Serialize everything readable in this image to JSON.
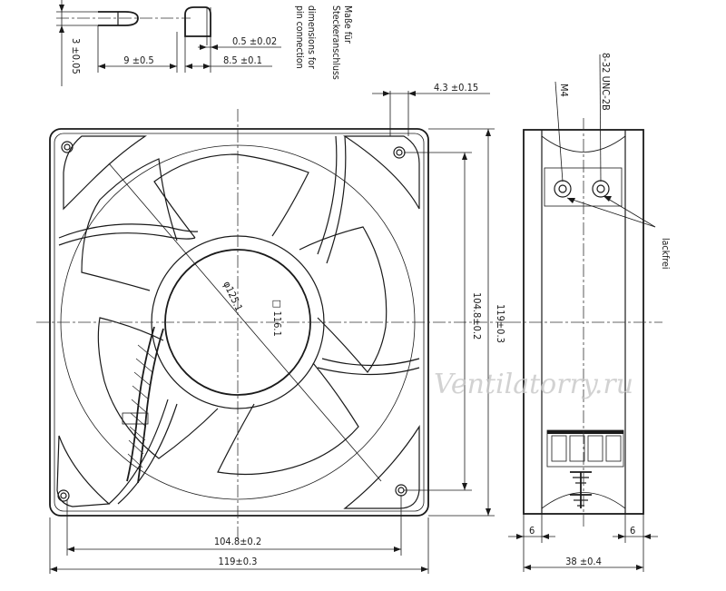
{
  "dimensions": {
    "pin_height": "3 ±0.05",
    "pin_length": "9 ±0.5",
    "pin_width": "8.5 ±0.1",
    "pin_thickness": "0.5 ±0.02",
    "hole_offset": "4.3 ±0.15",
    "hole_spacing_h": "104.8±0.2",
    "overall_width": "119±0.3",
    "hole_spacing_v": "104.8±0.2",
    "overall_height": "119±0.3",
    "depth": "38 ±0.4",
    "flange_left": "6",
    "flange_right": "6",
    "diameter": "φ125.1",
    "square": "□ 116.1"
  },
  "notes": {
    "pin_connection_de_1": "Maße für",
    "pin_connection_de_2": "Steckeranschluss",
    "pin_connection_en_1": "dimensions for",
    "pin_connection_en_2": "pin connection",
    "thread_metric": "M4",
    "thread_unc": "8-32 UNC-2B",
    "lackfrei": "lackfrei"
  },
  "watermark": "Ventilatorry.ru"
}
